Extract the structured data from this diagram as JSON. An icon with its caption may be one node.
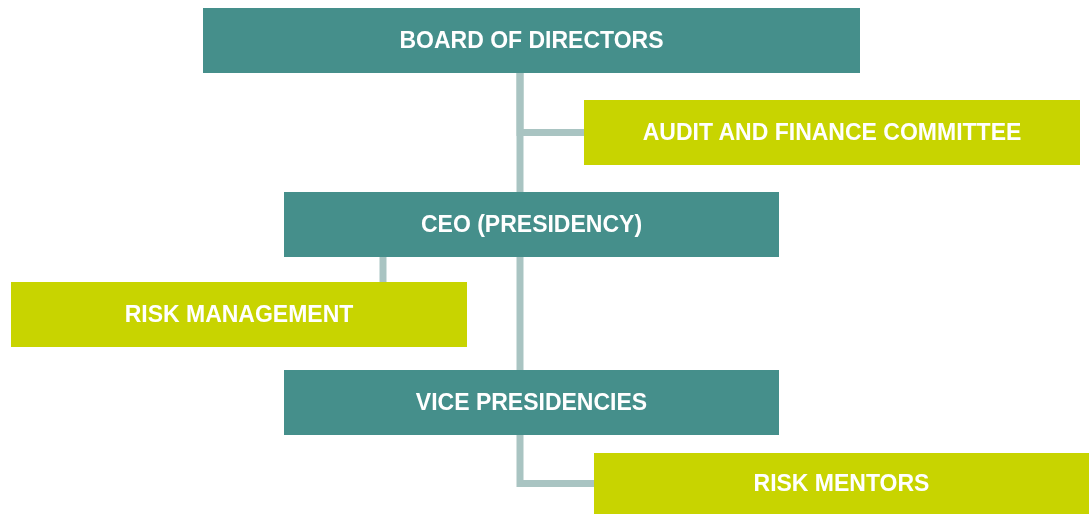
{
  "diagram": {
    "nodes": [
      {
        "text": [
          "BOARD OF DIRECTORS"
        ]
      },
      {
        "text": [
          "AUDIT AND FINANCE COMMITTEE"
        ]
      },
      {
        "text": [
          "CEO (PRESIDENCY)"
        ]
      },
      {
        "text": [
          "RISK MANAGEMENT"
        ]
      },
      {
        "text": [
          "VICE PRESIDENCIES"
        ]
      },
      {
        "text": [
          "RISK MENTORS"
        ]
      }
    ],
    "edges": [
      {
        "from": 0,
        "to": 2,
        "arrow": "none"
      },
      {
        "from": 0,
        "to": 1,
        "arrow": "none"
      },
      {
        "from": 2,
        "to": 3,
        "arrow": "none"
      },
      {
        "from": 2,
        "to": 4,
        "arrow": "none"
      },
      {
        "from": 4,
        "to": 5,
        "arrow": "none"
      }
    ]
  }
}
